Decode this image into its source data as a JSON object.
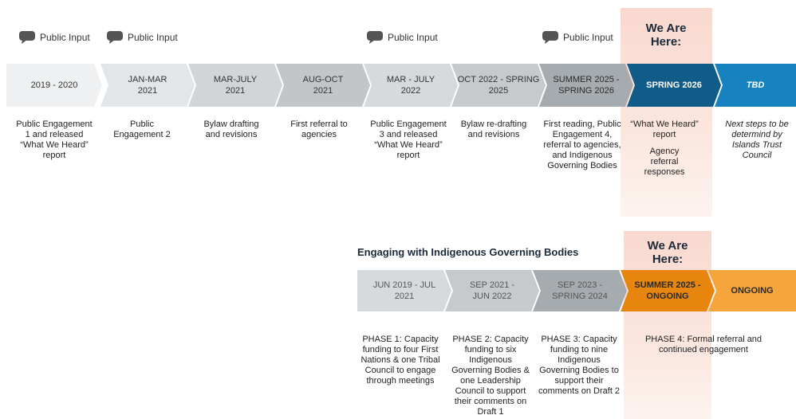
{
  "top": {
    "here_label": "We Are Here:",
    "public_input_label": "Public Input",
    "stages": [
      {
        "period": "2019 - 2020",
        "description": "Public Engagement 1 and released “What We Heard” report"
      },
      {
        "period": "JAN-MAR 2021",
        "description": "Public Engagement 2"
      },
      {
        "period": "MAR-JULY 2021",
        "description": "Bylaw drafting and revisions"
      },
      {
        "period": "AUG-OCT 2021",
        "description": "First referral to agencies"
      },
      {
        "period": "MAR - JULY 2022",
        "description": "Public Engagement 3 and released “What We Heard” report"
      },
      {
        "period": "OCT 2022 - SPRING 2025",
        "description": "Bylaw re-drafting and revisions"
      },
      {
        "period": "SUMMER 2025 - SPRING 2026",
        "description": "First reading, Public Engagement 4, referral to agencies, and Indigenous Governing Bodies"
      },
      {
        "period": "SPRING 2026",
        "description": "“What We Heard” report",
        "description2": "Agency referral responses"
      },
      {
        "period": "TBD",
        "description": "Next steps to be determind by Islands Trust Council"
      }
    ]
  },
  "bottom": {
    "title": "Engaging with Indigenous Governing Bodies",
    "here_label": "We Are Here:",
    "stages": [
      {
        "period": "JUN 2019 - JUL 2021",
        "description": "PHASE 1: Capacity funding to four First Nations & one Tribal Council to engage through meetings"
      },
      {
        "period": "SEP 2021 - JUN 2022",
        "description": "PHASE 2: Capacity funding to six Indigenous Governing Bodies & one Leadership Council to support their comments on Draft 1"
      },
      {
        "period": "SEP 2023 - SPRING 2024",
        "description": "PHASE 3: Capacity funding to nine Indigenous Governing Bodies to support their comments on Draft 2"
      },
      {
        "period": "SUMMER 2025 - ONGOING",
        "description": ""
      },
      {
        "period": "ONGOING",
        "description": "PHASE 4: Formal referral and continued engagement"
      }
    ]
  }
}
